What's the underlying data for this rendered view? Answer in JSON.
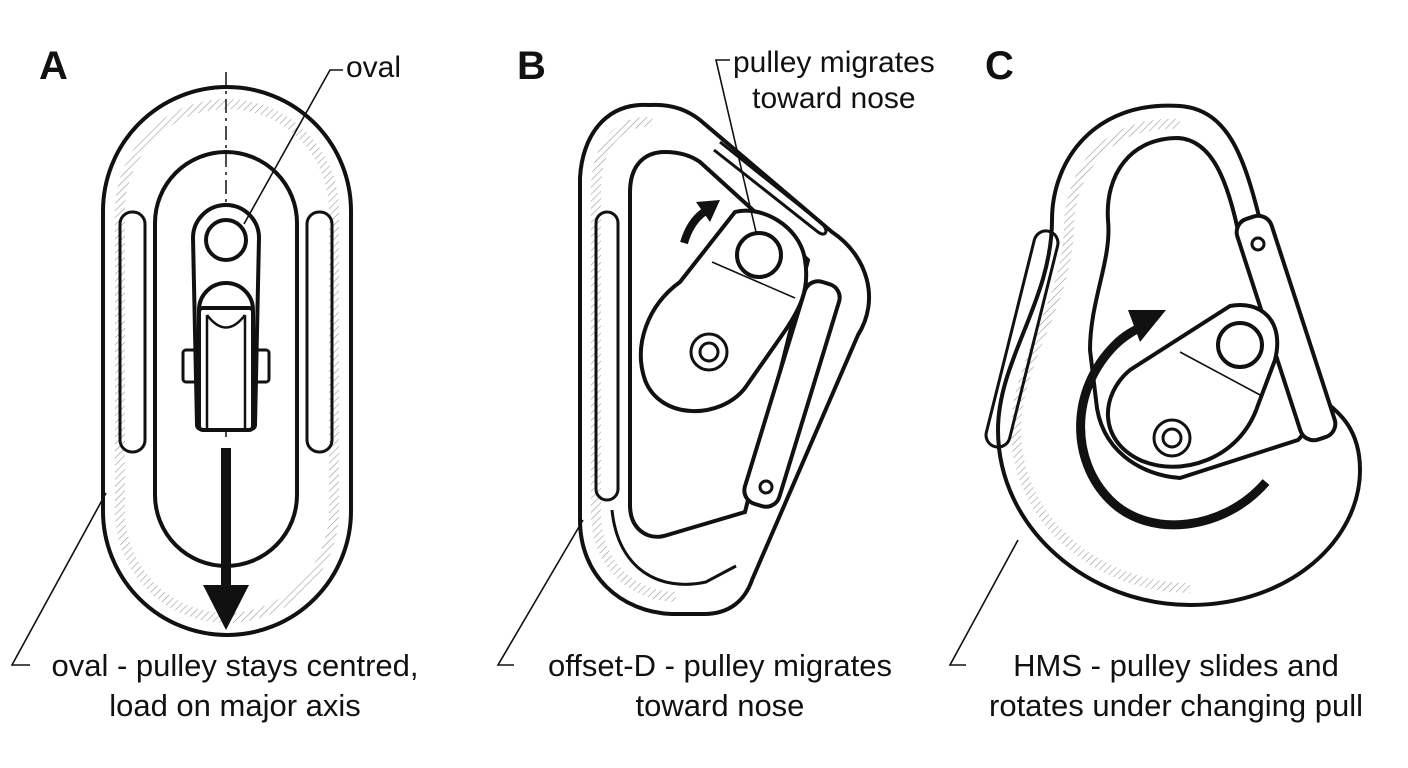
{
  "panels": [
    {
      "letter": "A",
      "callout": "oval",
      "caption_line1": "oval - pulley stays centred,",
      "caption_line2": "load on major axis"
    },
    {
      "letter": "B",
      "callout_line1": "pulley migrates",
      "callout_line2": "toward nose",
      "caption_line1": "offset-D - pulley migrates",
      "caption_line2": "toward nose"
    },
    {
      "letter": "C",
      "caption_line1": "HMS - pulley slides and",
      "caption_line2": "rotates under changing pull"
    }
  ],
  "colors": {
    "ink": "#111111",
    "background": "#ffffff",
    "hatch": "#9a9a9a"
  },
  "icons": {
    "A": [
      "oval-carabiner-icon",
      "pulley-icon",
      "load-arrow-down-icon"
    ],
    "B": [
      "offset-d-carabiner-icon",
      "pulley-icon",
      "migration-arrow-icon"
    ],
    "C": [
      "hms-carabiner-icon",
      "pulley-icon",
      "rotation-arrow-icon"
    ]
  }
}
